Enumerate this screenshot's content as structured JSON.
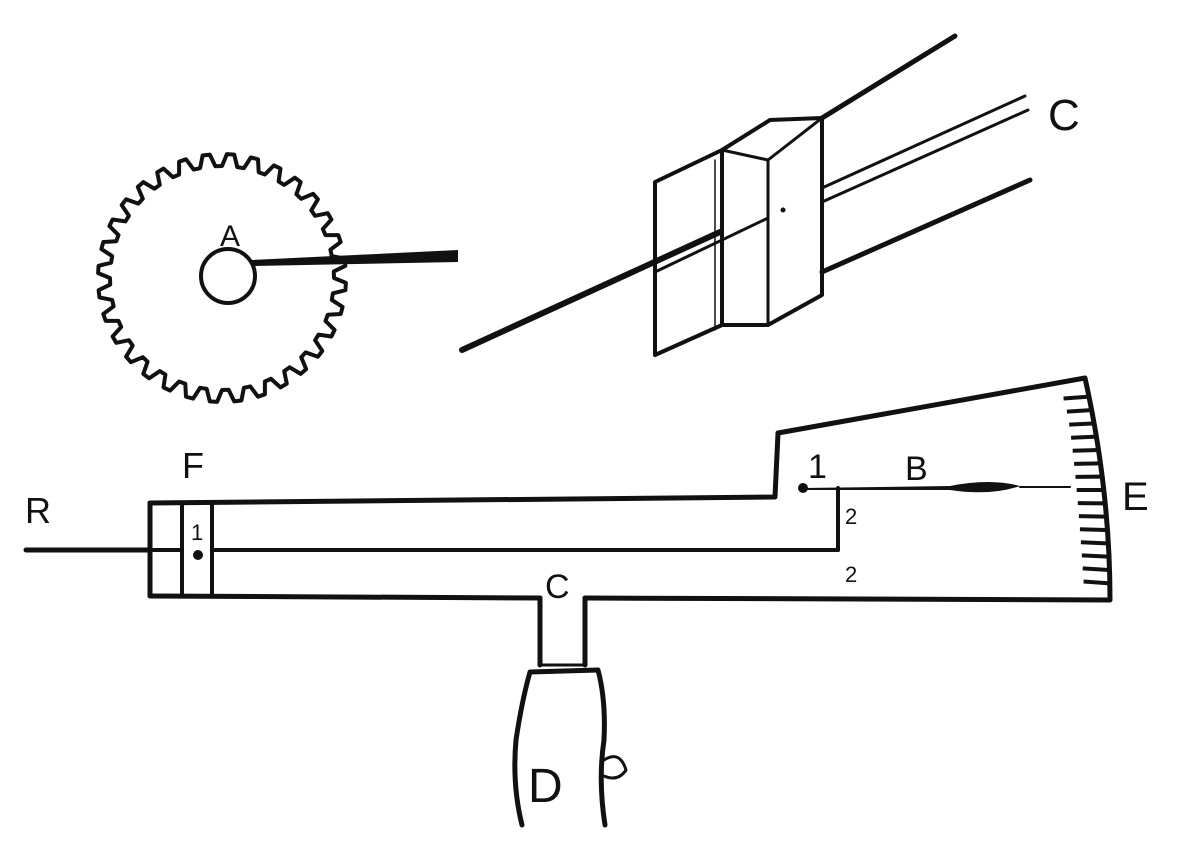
{
  "figure": {
    "labels": {
      "gear_center": "A",
      "rail_assembly": "C",
      "rod_end": "R",
      "frame_end": "F",
      "frame_pivot": "1",
      "pointer_pivot": "1",
      "pointer": "B",
      "scale": "E",
      "gap_upper": "2",
      "gap_lower": "2",
      "stem": "C",
      "handle": "D"
    },
    "gear_teeth": 32,
    "scale_ticks": 15,
    "ink_color": "#111111"
  }
}
